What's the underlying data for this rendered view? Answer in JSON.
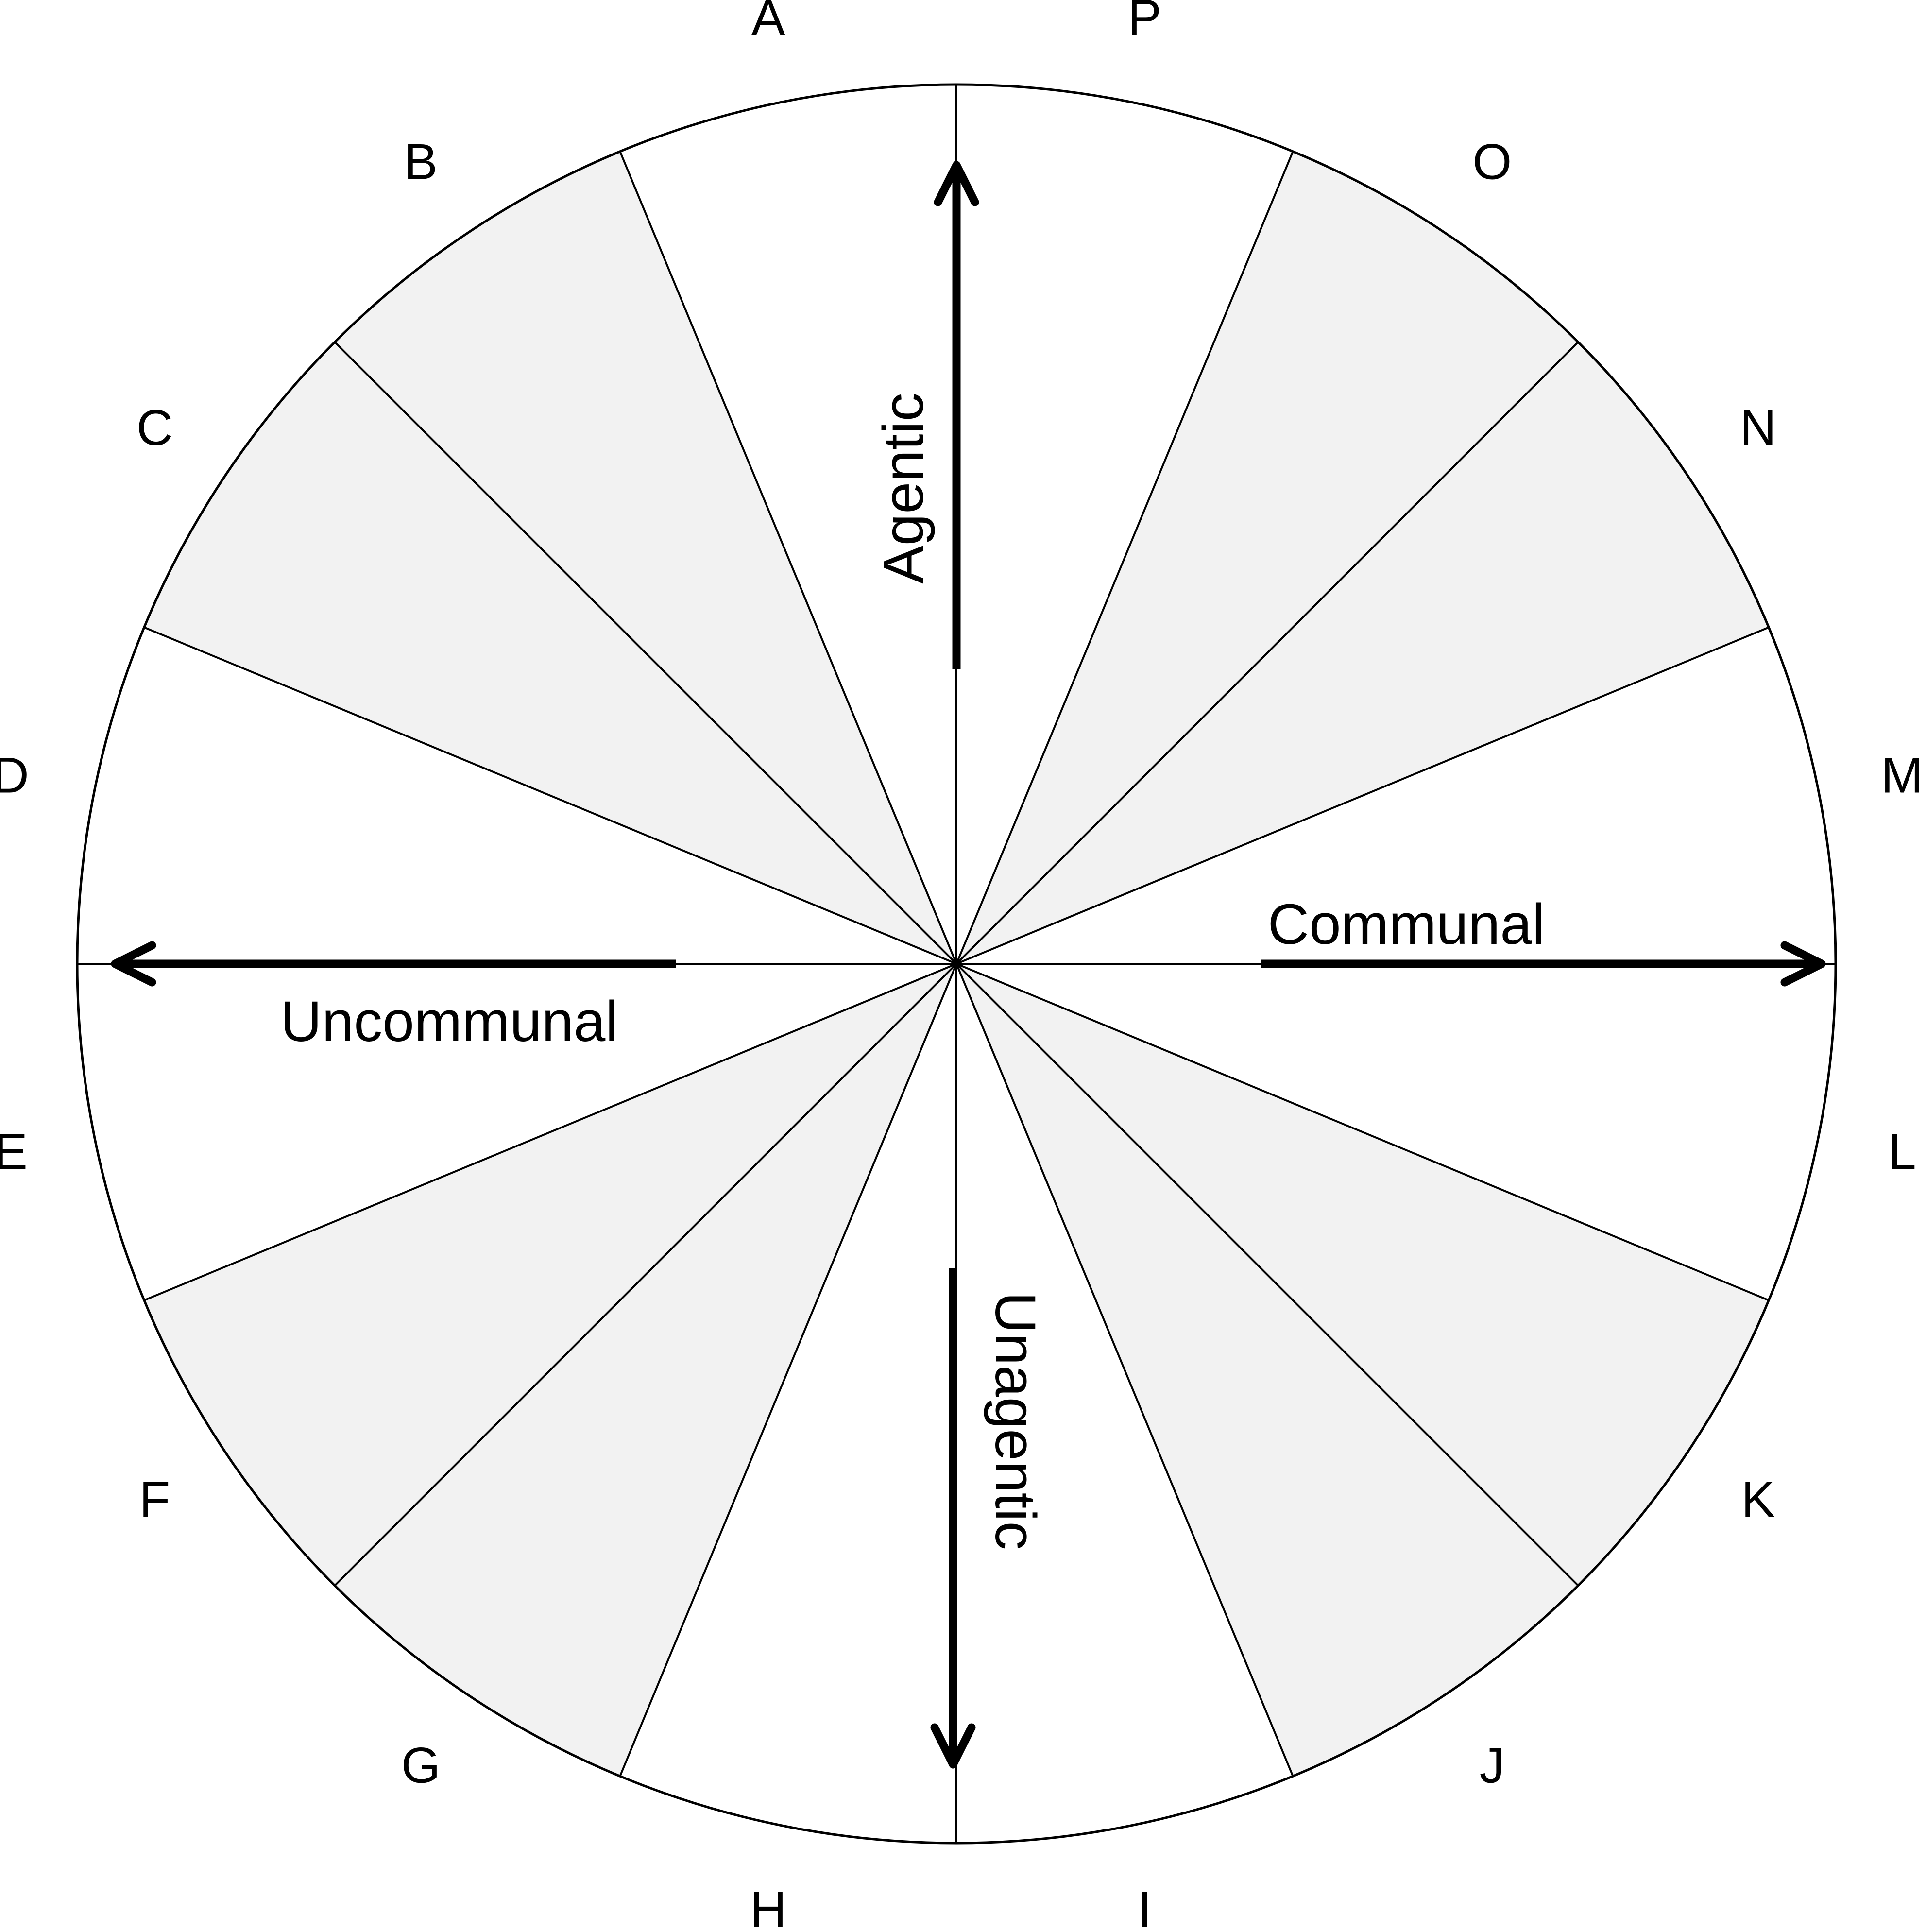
{
  "diagram": {
    "octants": [
      {
        "label": "A",
        "shaded": false
      },
      {
        "label": "B",
        "shaded": true
      },
      {
        "label": "C",
        "shaded": true
      },
      {
        "label": "D",
        "shaded": false
      },
      {
        "label": "E",
        "shaded": false
      },
      {
        "label": "F",
        "shaded": true
      },
      {
        "label": "G",
        "shaded": true
      },
      {
        "label": "H",
        "shaded": false
      },
      {
        "label": "I",
        "shaded": false
      },
      {
        "label": "J",
        "shaded": true
      },
      {
        "label": "K",
        "shaded": true
      },
      {
        "label": "L",
        "shaded": false
      },
      {
        "label": "M",
        "shaded": false
      },
      {
        "label": "N",
        "shaded": true
      },
      {
        "label": "O",
        "shaded": true
      },
      {
        "label": "P",
        "shaded": false
      }
    ],
    "axes": {
      "up": "Agentic",
      "down": "Unagentic",
      "left": "Uncommunal",
      "right": "Communal"
    },
    "colors": {
      "shaded": "#f2f2f2",
      "unshaded": "#ffffff",
      "line": "#000000"
    }
  }
}
